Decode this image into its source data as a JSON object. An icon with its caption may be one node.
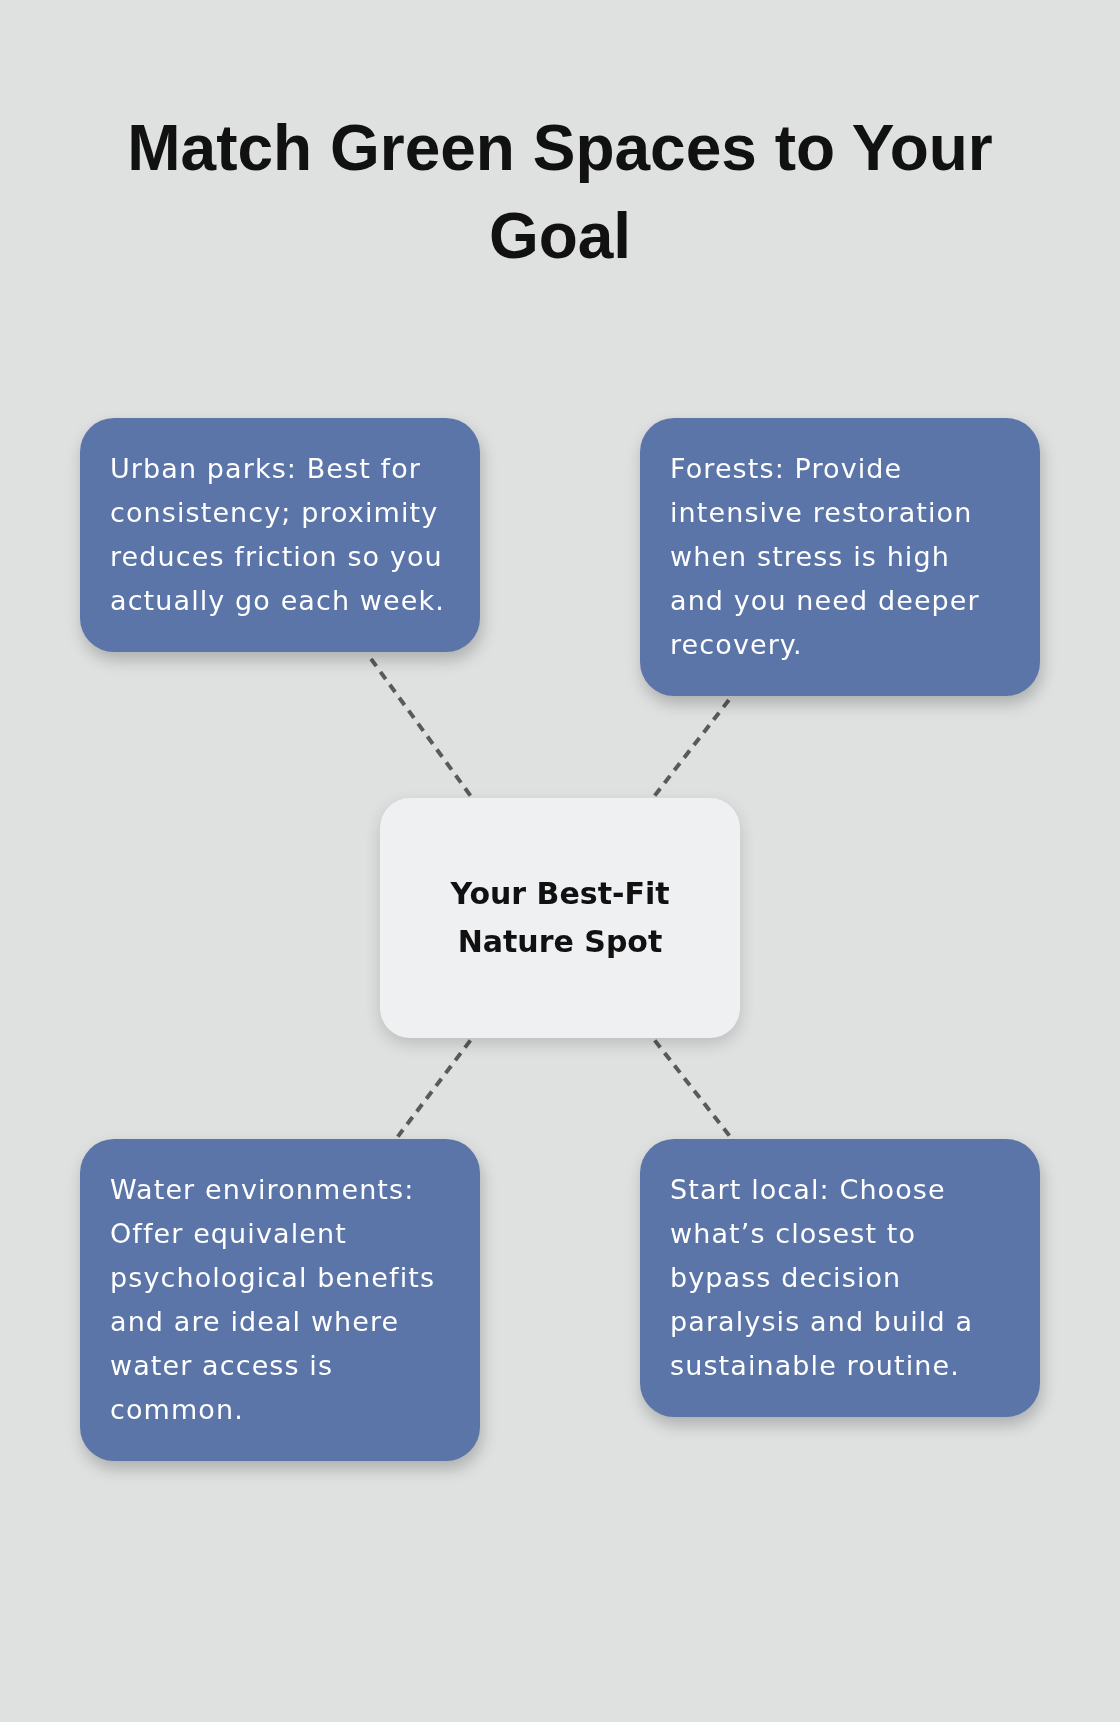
{
  "diagram": {
    "title": "Match Green Spaces to Your Goal",
    "nodes": [
      {
        "text": [
          "Urban parks: Best for consistency; proximity reduces friction so you actually go each week."
        ]
      },
      {
        "text": [
          "Forests: Provide intensive restoration when stress is high and you need deeper recovery."
        ]
      },
      {
        "text": [
          "Your Best-Fit Nature Spot"
        ]
      },
      {
        "text": [
          "Water environments: Offer equivalent psychological benefits and are ideal where water access is common."
        ]
      },
      {
        "text": [
          "Start local: Choose what’s closest to bypass decision paralysis and build a sustainable routine."
        ]
      }
    ],
    "edges": [
      {
        "from": 2,
        "to": 0,
        "arrow": "none",
        "style": "dashed"
      },
      {
        "from": 2,
        "to": 1,
        "arrow": "none",
        "style": "dashed"
      },
      {
        "from": 2,
        "to": 3,
        "arrow": "none",
        "style": "dashed"
      },
      {
        "from": 2,
        "to": 4,
        "arrow": "none",
        "style": "dashed"
      }
    ]
  }
}
